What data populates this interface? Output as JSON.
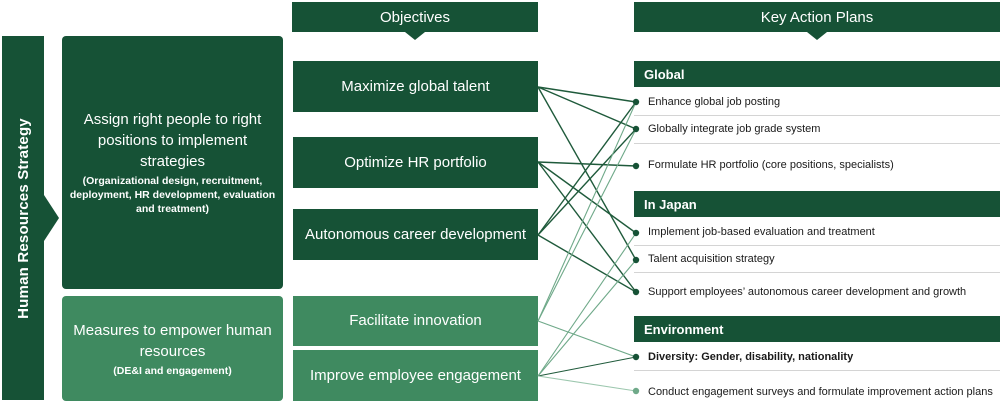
{
  "strategy_label": "Human Resources Strategy",
  "strategies": [
    {
      "main": "Assign right people to right positions to implement strategies",
      "sub": "(Organizational design, recruitment, deployment, HR development, evaluation and treatment)"
    },
    {
      "main": "Measures to empower human resources",
      "sub": "(DE&I and engagement)"
    }
  ],
  "headers": {
    "objectives": "Objectives",
    "plans": "Key Action Plans"
  },
  "objectives": [
    "Maximize global talent",
    "Optimize HR portfolio",
    "Autonomous career development",
    "Facilitate innovation",
    "Improve employee engagement"
  ],
  "sections": {
    "global": "Global",
    "japan": "In Japan",
    "environment": "Environment"
  },
  "plans": [
    "Enhance global job posting",
    "Globally integrate job grade system",
    "Formulate HR portfolio (core positions, specialists)",
    "Implement job-based evaluation and treatment",
    "Talent acquisition strategy",
    "Support employees’ autonomous career development and growth",
    "Diversity: Gender, disability, nationality",
    "Conduct engagement surveys and formulate improvement action plans"
  ],
  "connections": [
    [
      0,
      0
    ],
    [
      0,
      1
    ],
    [
      0,
      4
    ],
    [
      1,
      2
    ],
    [
      1,
      3
    ],
    [
      1,
      5
    ],
    [
      2,
      0
    ],
    [
      2,
      1
    ],
    [
      2,
      5
    ],
    [
      3,
      0
    ],
    [
      3,
      1
    ],
    [
      3,
      6
    ],
    [
      4,
      3
    ],
    [
      4,
      4
    ],
    [
      4,
      6
    ],
    [
      4,
      7
    ]
  ],
  "colors": {
    "dark_green": "#165236",
    "mid_green": "#3f8a60",
    "line_dark": "#1f5a3b",
    "line_light": "#6fa989",
    "line_faint": "#9cc7ae"
  }
}
